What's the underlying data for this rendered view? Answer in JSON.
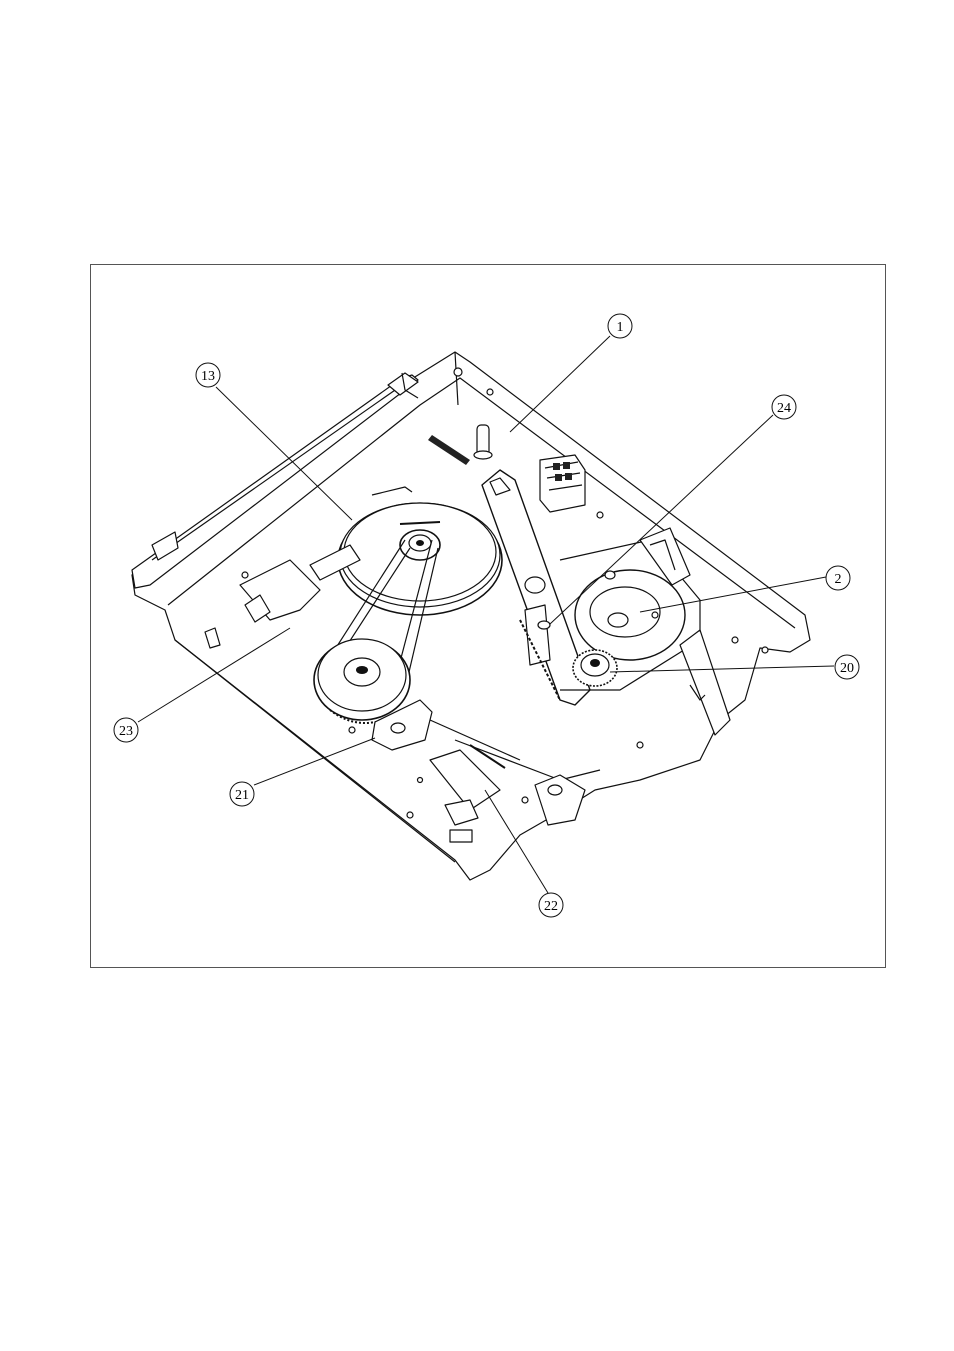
{
  "figure": {
    "callouts": [
      {
        "id": "c1",
        "label": "1"
      },
      {
        "id": "c13",
        "label": "13"
      },
      {
        "id": "c24",
        "label": "24"
      },
      {
        "id": "c2",
        "label": "2"
      },
      {
        "id": "c20",
        "label": "20"
      },
      {
        "id": "c23",
        "label": "23"
      },
      {
        "id": "c21",
        "label": "21"
      },
      {
        "id": "c22",
        "label": "22"
      }
    ]
  }
}
